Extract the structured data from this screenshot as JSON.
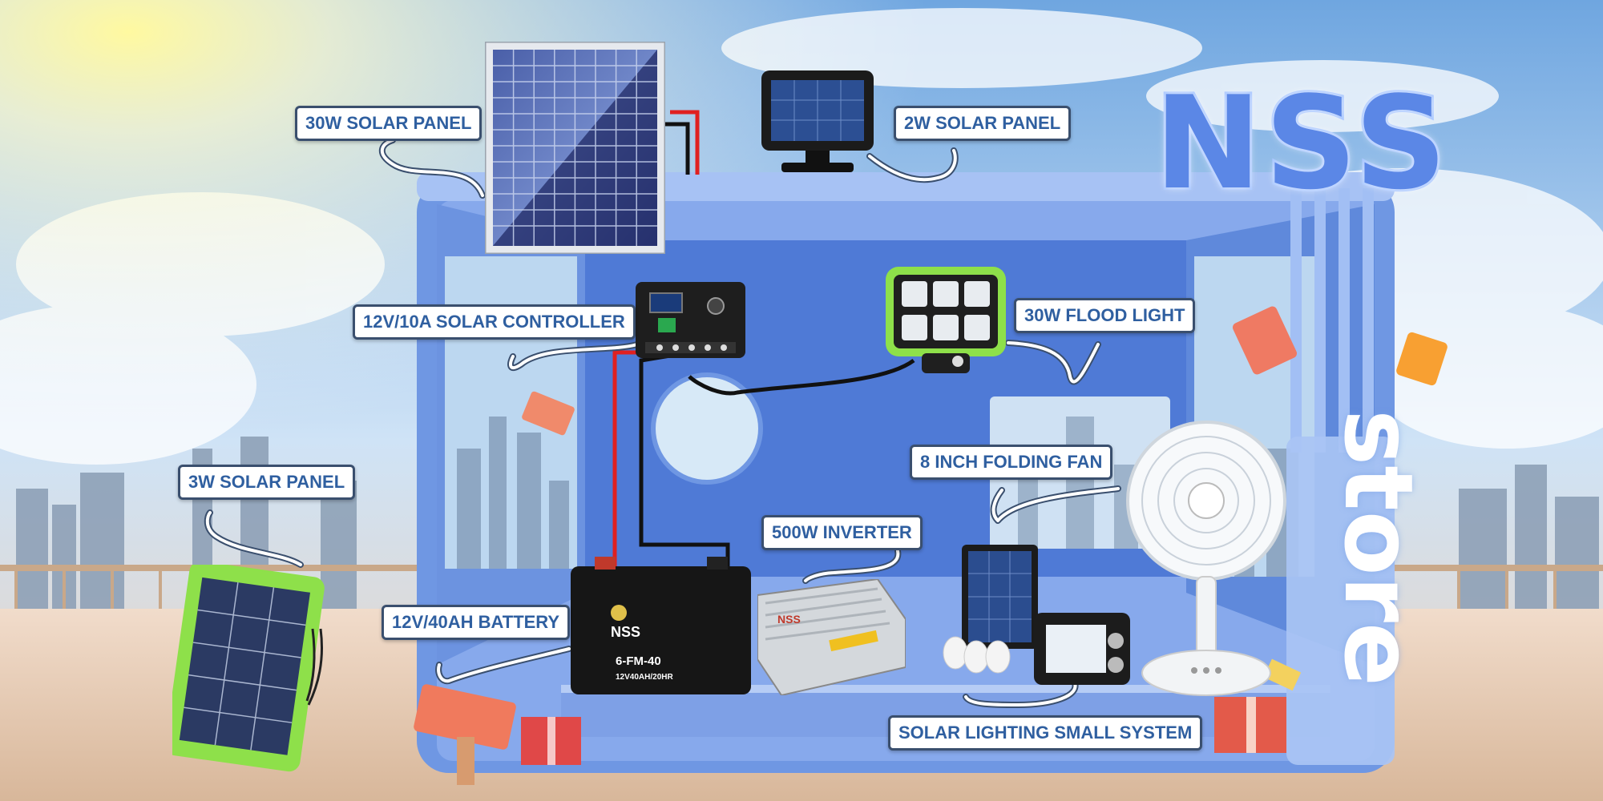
{
  "brand": {
    "title": "NSS",
    "store_word": "store"
  },
  "labels": {
    "panel_30w": "30W SOLAR PANEL",
    "panel_2w": "2W SOLAR PANEL",
    "controller": "12V/10A SOLAR CONTROLLER",
    "flood_light": "30W FLOOD LIGHT",
    "fan": "8 INCH FOLDING FAN",
    "inverter": "500W INVERTER",
    "panel_3w": "3W SOLAR PANEL",
    "battery": "12V/40AH BATTERY",
    "lighting_system": "SOLAR LIGHTING SMALL SYSTEM"
  },
  "battery": {
    "brand": "NSS",
    "model": "6-FM-40",
    "spec": "12V40AH/20HR"
  },
  "inverter": {
    "brand": "NSS"
  },
  "colors": {
    "sky": "#7fb2e6",
    "house_blue": "#6f97e3",
    "label_text": "#2f5fa0",
    "wire_red": "#e02020",
    "wire_black": "#111111",
    "green_frame": "#8ee04a"
  }
}
